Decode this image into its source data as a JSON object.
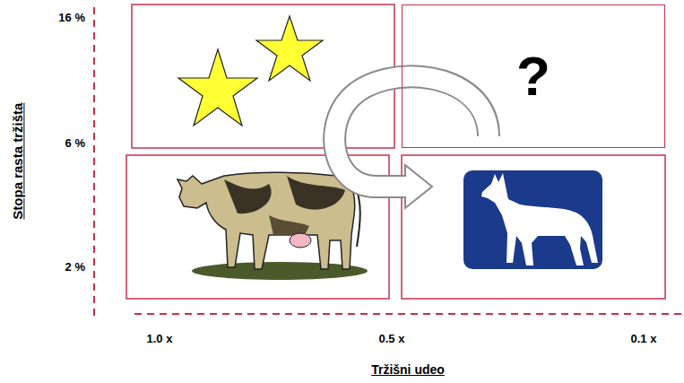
{
  "diagram": {
    "nodes": [
      {
        "text": [
          "?"
        ]
      }
    ],
    "labels": [
      "16 %",
      "6 %",
      "2 %",
      "Stopa rasta tržišta",
      "1.0 x",
      "0.5 x",
      "0.1 x",
      "Tržišni udeo"
    ]
  }
}
